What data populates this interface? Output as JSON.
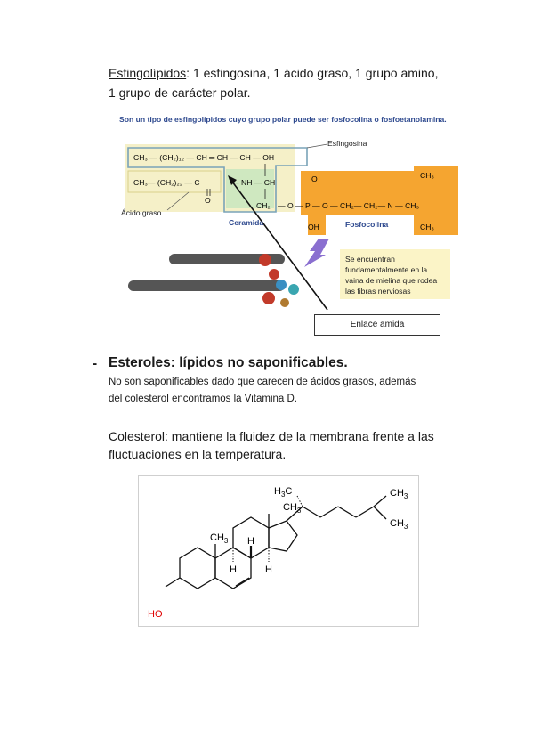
{
  "sphingolipids": {
    "term": "Esfingolípidos",
    "line1_rest": ": 1 esfingosina, 1 ácido graso, 1 grupo amino,",
    "line2": "1 grupo de carácter polar."
  },
  "figure1": {
    "caption": "Son un tipo de esfingolípidos cuyo grupo polar puede ser fosfocolina o fosfoetanolamina.",
    "label_esfingosina": "Esfingosina",
    "label_acido_graso": "Ácido graso",
    "label_ceramida": "Ceramida",
    "label_fosfocolina": "Fosfocolina",
    "note_lines": [
      "Se encuentran",
      "fundamentalmente en la",
      "vaina de mielina que rodea",
      "las fibras nerviosas"
    ],
    "label_enlace": "Enlace amida",
    "colors": {
      "ceramide_box": "#f5f0c8",
      "sphingosine_outline": "#7aa3b8",
      "amide_box": "#cfe8c0",
      "phosphocholine": "#f5a530",
      "note_box": "#fbf4c7",
      "arrow": "#8a6fd0"
    }
  },
  "sterols": {
    "bullet": "-",
    "title": "Esteroles: lípidos no saponificables.",
    "body1": "No son saponificables dado que carecen de ácidos grasos, además",
    "body2": "del colesterol encontramos la Vitamina D."
  },
  "cholesterol": {
    "term": "Colesterol",
    "line1_rest": ": mantiene la fluidez de la membrana frente a las",
    "line2": "fluctuaciones en la temperatura."
  },
  "figure2": {
    "ho": "HO",
    "ch3": "CH",
    "sub3": "3",
    "h3c_h": "H",
    "h3c_c": "C",
    "h": "H",
    "ho_color": "#e00000"
  }
}
